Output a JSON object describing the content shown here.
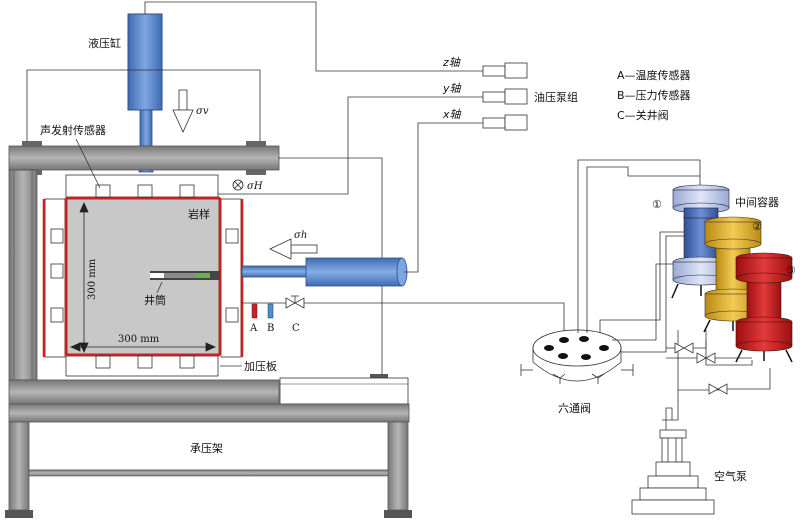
{
  "labels": {
    "hydraulic_cylinder": "液压缸",
    "acoustic_sensor": "声发射传感器",
    "rock_sample": "岩样",
    "wellbore": "井筒",
    "size_vertical": "300 mm",
    "size_horizontal": "300 mm",
    "pressure_plate": "加压板",
    "frame": "承压架",
    "pump_group": "油压泵组",
    "six_way_valve": "六通阀",
    "intermediate_container": "中间容器",
    "air_pump": "空气泵",
    "z_axis": "z轴",
    "y_axis": "y轴",
    "x_axis": "x轴",
    "sigma_v": "σv",
    "sigma_H": "σH",
    "sigma_h": "σh",
    "marker_A": "A",
    "marker_B": "B",
    "marker_C": "C",
    "circle_1": "①",
    "circle_2": "②",
    "circle_3": "③"
  },
  "legend": [
    "A—温度传感器",
    "B—压力传感器",
    "C—关井阀"
  ],
  "colors": {
    "cylinder_blue": "#4a7cc4",
    "frame_gray": "#8f8f8f",
    "sample_gray": "#c8c8c8",
    "seal_red": "#cc1f1f",
    "container_1": "#3f64b8",
    "container_2": "#e2b12a",
    "container_3": "#cc1a1a"
  }
}
